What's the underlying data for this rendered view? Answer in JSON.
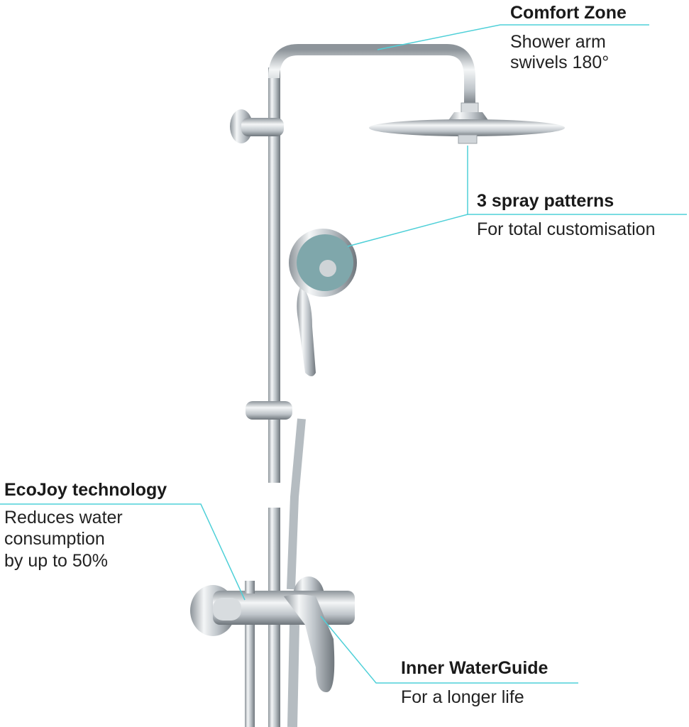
{
  "colors": {
    "callout_line": "#4fd0d8",
    "chrome": "#c9ced3",
    "text": "#1a1a1a"
  },
  "callouts": [
    {
      "title": "Comfort Zone",
      "lines": [
        "Shower arm",
        "swivels 180°"
      ]
    },
    {
      "title": "3 spray patterns",
      "lines": [
        "For total customisation"
      ]
    },
    {
      "title": "EcoJoy technology",
      "lines": [
        "Reduces water",
        "consumption",
        "by up to 50%"
      ]
    },
    {
      "title": "Inner WaterGuide",
      "lines": [
        "For a longer life"
      ]
    }
  ]
}
